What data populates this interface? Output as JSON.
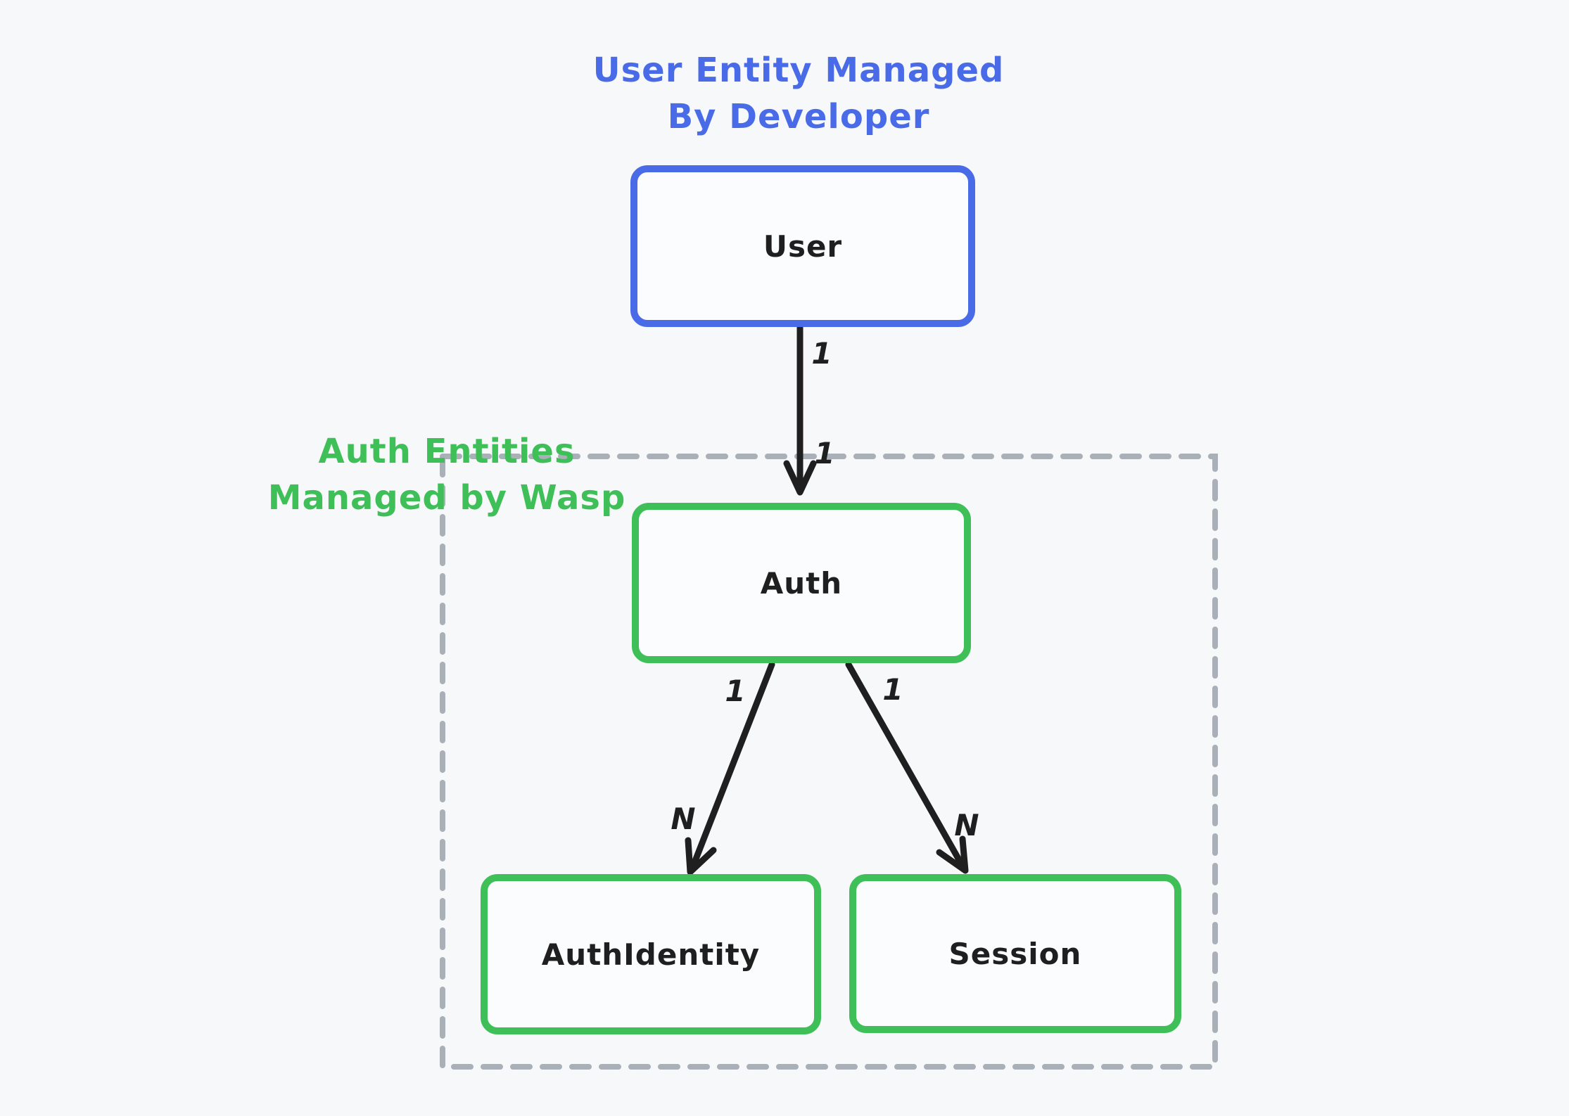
{
  "diagram": {
    "title": {
      "line1": "User Entity Managed",
      "line2": "By Developer"
    },
    "group": {
      "caption_line1": "Auth Entities",
      "caption_line2": "Managed by Wasp"
    },
    "nodes": {
      "user": {
        "label": "User"
      },
      "auth": {
        "label": "Auth"
      },
      "auth_identity": {
        "label": "AuthIdentity"
      },
      "session": {
        "label": "Session"
      }
    },
    "edges": {
      "user_auth": {
        "source_label": "1",
        "target_label": "1"
      },
      "auth_auth_identity": {
        "source_label": "1",
        "target_label": "N"
      },
      "auth_session": {
        "source_label": "1",
        "target_label": "N"
      }
    },
    "colors": {
      "developer_accent": "#4a6be8",
      "wasp_accent": "#3fbf57",
      "group_border_gray": "#a9b0b8",
      "ink": "#1f1f1f",
      "background": "#f7f8fa"
    }
  }
}
